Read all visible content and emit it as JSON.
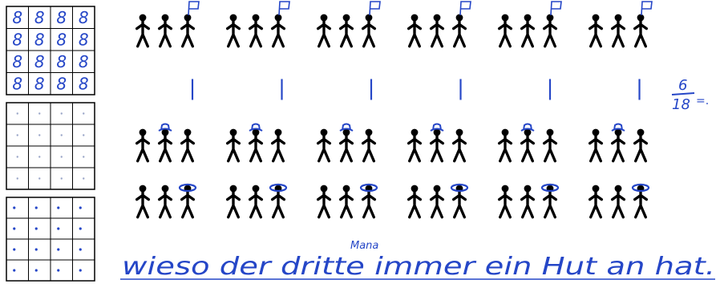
{
  "left_panels": [
    {
      "marks": [
        "8",
        "8",
        "8",
        "8",
        "8",
        "8",
        "8",
        "8",
        "8",
        "8",
        "8",
        "8",
        "8",
        "8",
        "8",
        "8"
      ]
    },
    {
      "marks": [
        "",
        "",
        "",
        "",
        "",
        "",
        "",
        "",
        "",
        "",
        "",
        "",
        "",
        "",
        "",
        ""
      ]
    },
    {
      "marks": [
        "",
        "",
        "",
        "",
        "",
        "",
        "",
        "",
        "",
        "",
        "",
        "",
        "",
        "",
        "",
        ""
      ]
    }
  ],
  "row1": {
    "groups": 6,
    "figures_per_group": 3,
    "accessory": "flag"
  },
  "row2": {
    "groups": 6,
    "tally": "|"
  },
  "row3": {
    "groups": 6,
    "figures_per_group": 3,
    "accessory": "hat-middle"
  },
  "row4": {
    "groups": 6,
    "figures_per_group": 3,
    "accessory": "hat-right"
  },
  "fraction": {
    "numerator": "6",
    "denominator": "18",
    "suffix": "=."
  },
  "annotation": {
    "above": "Mana",
    "sentence": "wieso der dritte immer ein Hut an hat."
  },
  "colors": {
    "ink": "#000000",
    "pen": "#2546c7"
  }
}
